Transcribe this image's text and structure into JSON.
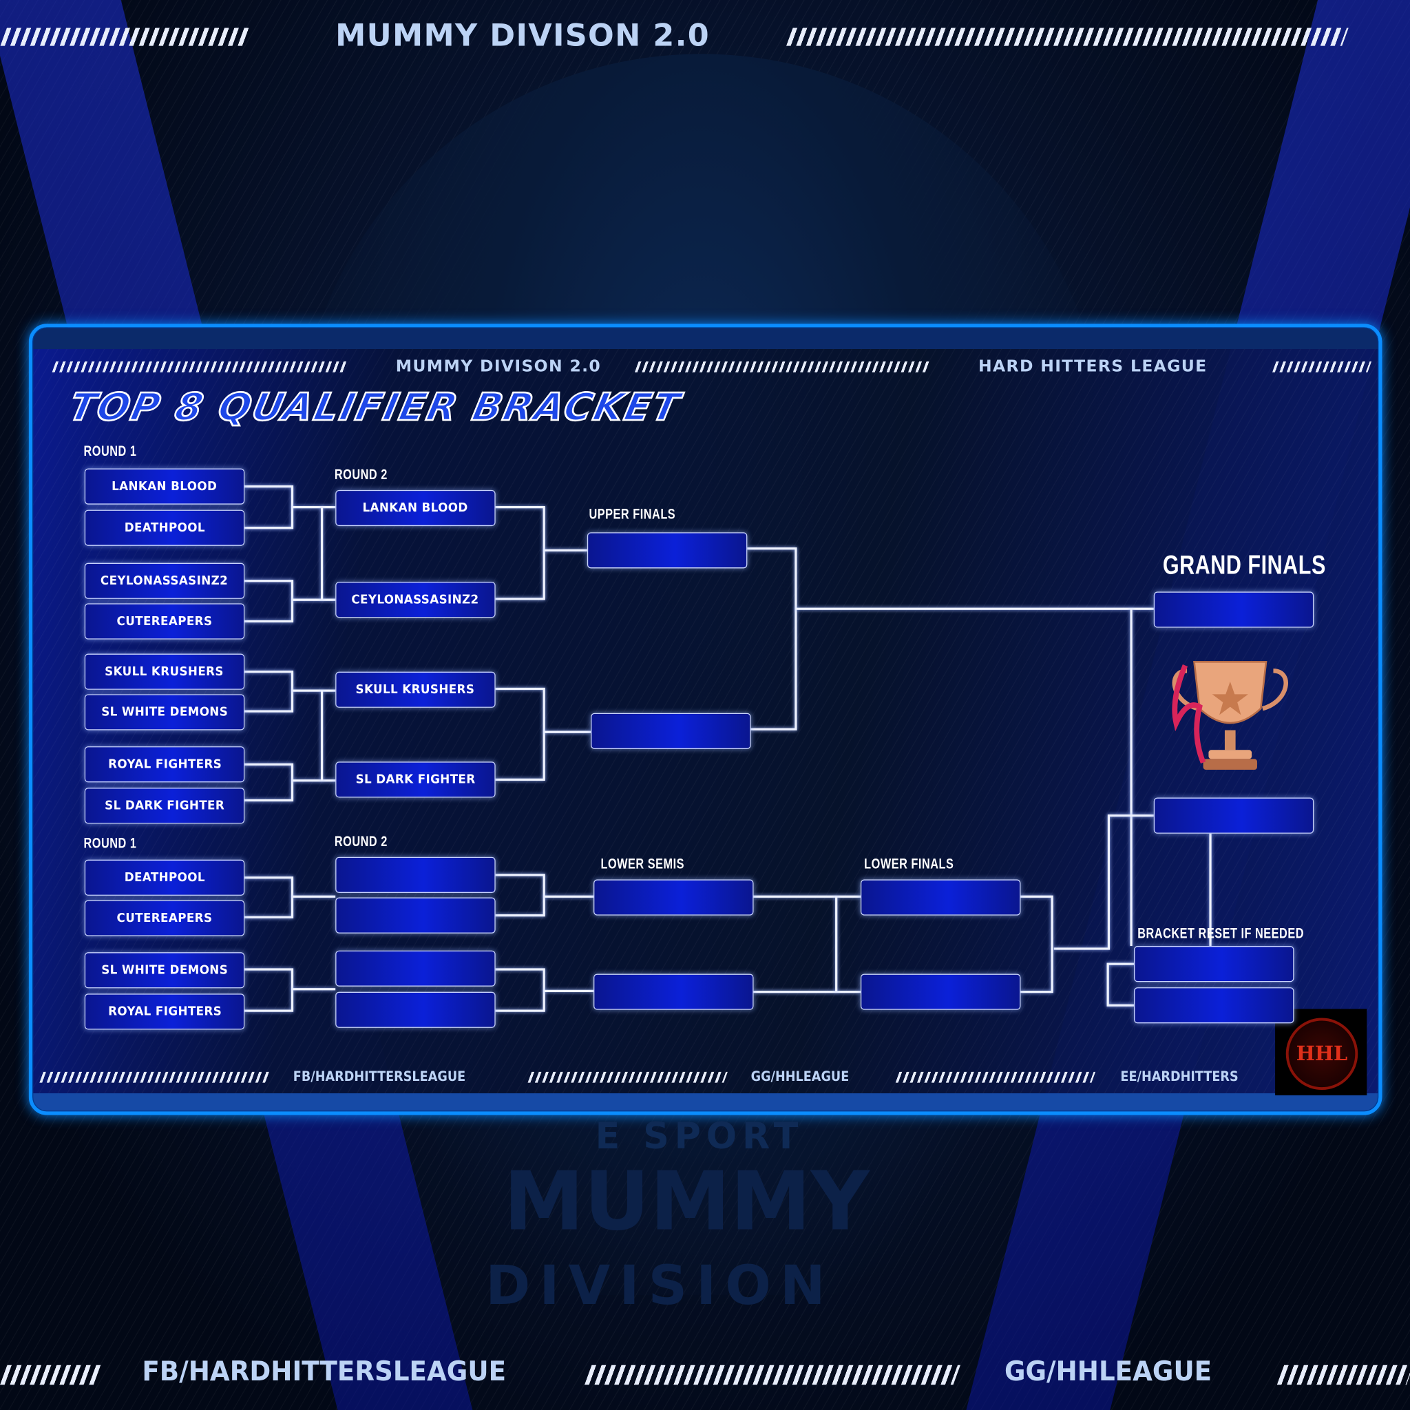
{
  "header": {
    "title": "MUMMY DIVISON 2.0"
  },
  "panel": {
    "top_left_text": "MUMMY DIVISON 2.0",
    "top_right_text": "HARD HITTERS LEAGUE",
    "title": "TOP 8 QUALIFIER BRACKET",
    "footer": [
      "FB/HARDHITTERSLEAGUE",
      "GG/HHLEAGUE",
      "EE/HARDHITTERS"
    ],
    "logo_text": "HHL"
  },
  "background": {
    "watermark": [
      "E SPORT",
      "MUMMY",
      "DIVISION"
    ]
  },
  "upper": {
    "round1_label": "ROUND 1",
    "round1": [
      "LANKAN BLOOD",
      "DEATHPOOL",
      "CEYLONASSASINZ2",
      "CUTEREAPERS",
      "SKULL KRUSHERS",
      "SL WHITE DEMONS",
      "ROYAL FIGHTERS",
      "SL DARK FIGHTER"
    ],
    "round2_label": "ROUND 2",
    "round2": [
      "LANKAN BLOOD",
      "CEYLONASSASINZ2",
      "SKULL KRUSHERS",
      "SL DARK FIGHTER"
    ],
    "finals_label": "UPPER FINALS",
    "finals": [
      "",
      ""
    ]
  },
  "grand_finals": {
    "label": "GRAND FINALS",
    "slots": [
      "",
      ""
    ]
  },
  "lower": {
    "round1_label": "ROUND 1",
    "round1": [
      "DEATHPOOL",
      "CUTEREAPERS",
      "SL WHITE DEMONS",
      "ROYAL FIGHTERS"
    ],
    "round2_label": "ROUND 2",
    "round2": [
      "",
      "",
      "",
      ""
    ],
    "semis_label": "LOWER SEMIS",
    "semis": [
      "",
      ""
    ],
    "finals_label": "LOWER FINALS",
    "finals": [
      "",
      ""
    ]
  },
  "reset": {
    "label": "BRACKET RESET IF NEEDED",
    "slots": [
      "",
      ""
    ]
  },
  "bottom": {
    "links": [
      "FB/HARDHITTERSLEAGUE",
      "GG/HHLEAGUE"
    ]
  },
  "colors": {
    "accent": "#0b8dff",
    "box": "#0b20d8",
    "logo": "#c0200e"
  }
}
